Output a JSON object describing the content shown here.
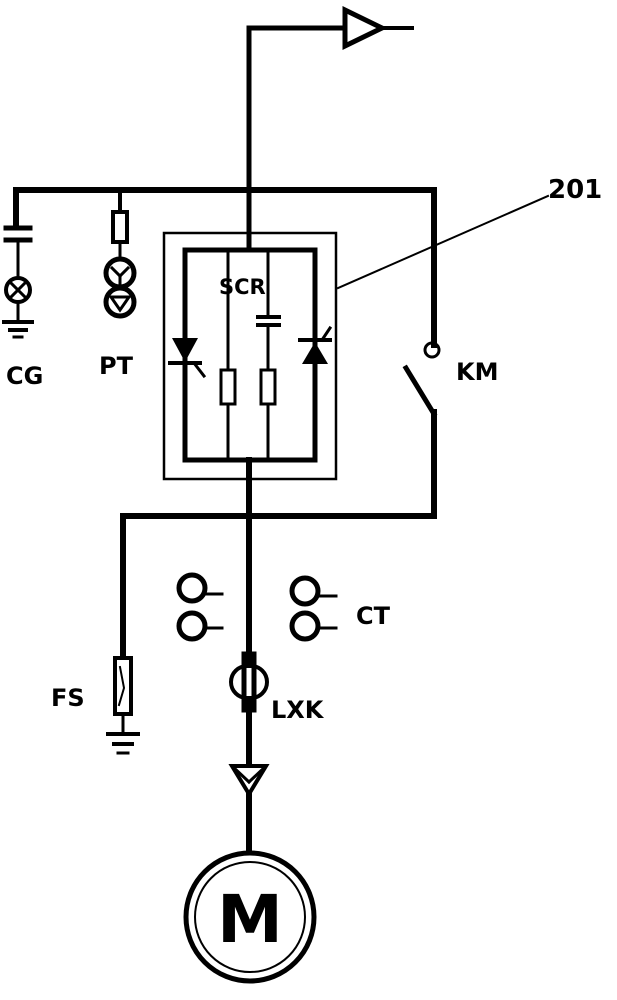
{
  "labels": {
    "ref": "201",
    "scr": "SCR",
    "cg": "CG",
    "pt": "PT",
    "km": "KM",
    "ct": "CT",
    "fs": "FS",
    "lxk": "LXK",
    "motor": "M"
  },
  "colors": {
    "line": "#000000",
    "module_fill": "#ffffff",
    "background": "#ffffff"
  }
}
